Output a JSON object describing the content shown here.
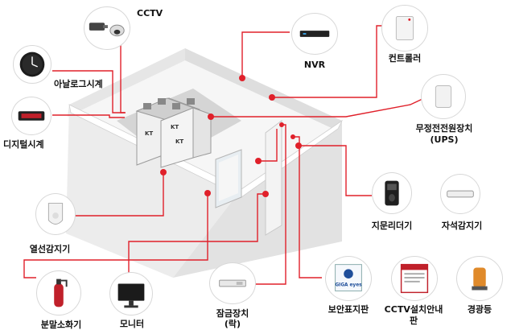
{
  "labels": {
    "cctv": "CCTV",
    "nvr": "NVR",
    "controller": "컨트롤러",
    "analog_clock": "아날로그시계",
    "digital_clock": "디지털시계",
    "ups_line1": "무정전전원장치",
    "ups_line2": "(UPS)",
    "fingerprint_reader": "지문리더기",
    "magnetic_sensor": "자석감지기",
    "heat_sensor": "열선감지기",
    "fire_extinguisher": "분말소화기",
    "monitor": "모니터",
    "lock_line1": "잠금장치",
    "lock_line2": "(락)",
    "security_sign": "보안표지판",
    "cctv_sign_line1": "CCTV설치안내",
    "cctv_sign_line2": "판",
    "warning_light": "경광등"
  },
  "rack_labels": [
    "KT",
    "KT",
    "KT"
  ],
  "security_sign_brand": "GIGA eyes",
  "colors": {
    "connector": "#e0202a",
    "room_wall": "#eeeeee",
    "room_wall_shade": "#dcdcdc",
    "floor": "#f7f7f7"
  }
}
